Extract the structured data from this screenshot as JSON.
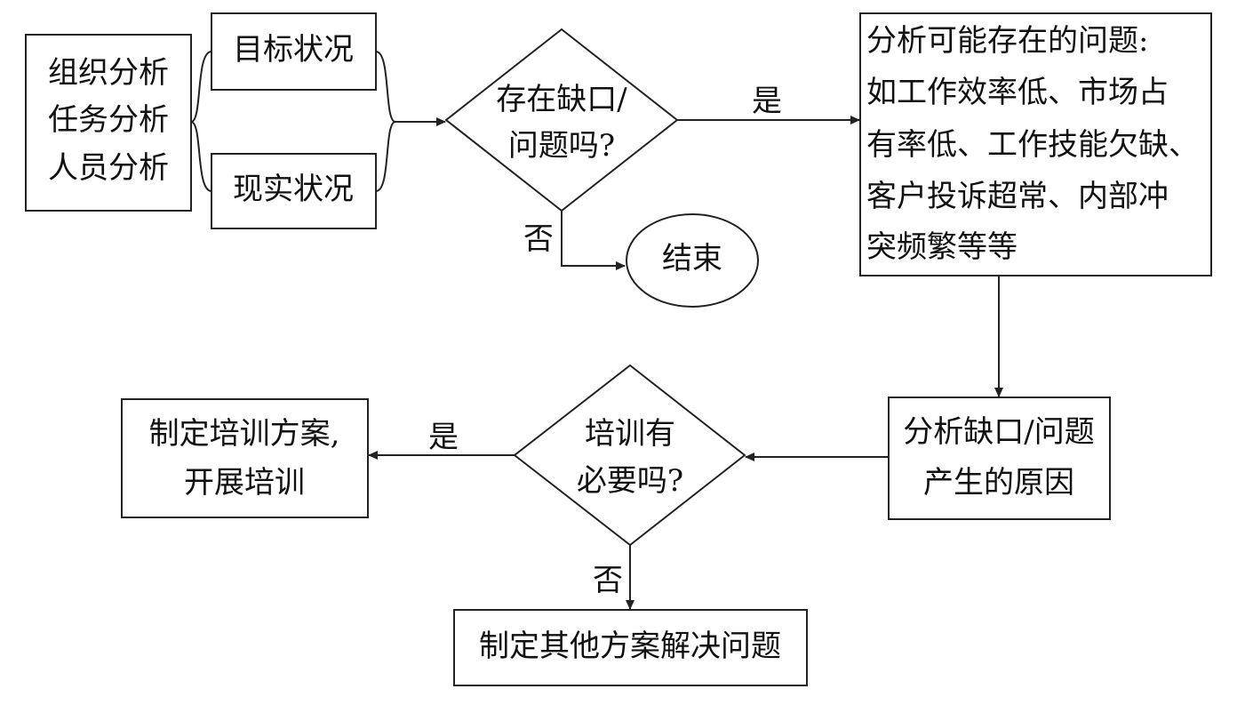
{
  "nodes": {
    "analysis": [
      "组织分析",
      "任务分析",
      "人员分析"
    ],
    "target": "目标状况",
    "reality": "现实状况",
    "gap_question": [
      "存在缺口/",
      "问题吗?"
    ],
    "end": "结束",
    "problems": [
      "分析可能存在的问题:",
      "如工作效率低、市场占",
      "有率低、工作技能欠缺、",
      "客户投诉超常、内部冲",
      "突频繁等等"
    ],
    "causes": [
      "分析缺口/问题",
      "产生的原因"
    ],
    "training_question": [
      "培训有",
      "必要吗?"
    ],
    "training_plan": [
      "制定培训方案,",
      "开展培训"
    ],
    "other_plan": "制定其他方案解决问题"
  },
  "edges": {
    "gap_yes": "是",
    "gap_no": "否",
    "training_yes": "是",
    "training_no": "否"
  }
}
